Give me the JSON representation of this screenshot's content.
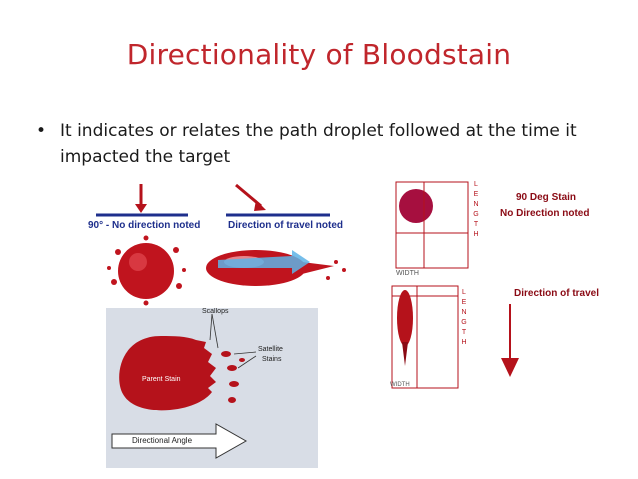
{
  "slide": {
    "title": "Directionality of Bloodstain",
    "bullet": "It indicates or relates the path droplet followed at the time it impacted the target"
  },
  "figure_top_left": {
    "caption_left": "90° - No direction noted",
    "caption_right": "Direction of travel noted"
  },
  "figure_top_right": {
    "stain_label": "90 Deg Stain",
    "stain_sub": "No Direction noted",
    "length_letters": [
      "L",
      "E",
      "N",
      "G",
      "T",
      "H"
    ],
    "width_label": "WIDTH",
    "direction_label": "Direction of travel",
    "width_label_2": "WIDTH"
  },
  "figure_bottom_left": {
    "scallops": "Scallops",
    "satellite": "Satellite",
    "stains": "Stains",
    "parent": "Parent Stain",
    "angle": "Directional Angle"
  },
  "colors": {
    "title": "#c0262c",
    "blood": "#b5121b",
    "blood_dark": "#8a0a14",
    "text": "#1a1a1a",
    "panel_bg": "#d8dde6"
  }
}
